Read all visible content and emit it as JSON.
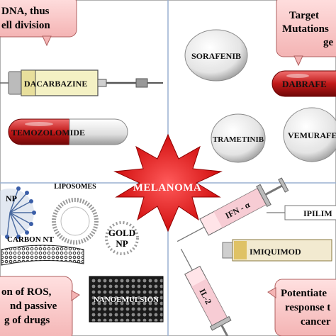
{
  "center": {
    "label": "MELANOMA"
  },
  "top_left": {
    "callout_lines": [
      "DNA, thus",
      "ell division"
    ],
    "drugs": [
      "DACARBAZINE",
      "TEMOZOLOMIDE"
    ]
  },
  "top_right": {
    "callout_lines": [
      "Target",
      "Mutations",
      "ge"
    ],
    "drugs": [
      "SORAFENIB",
      "DABRAFE",
      "TRAMETINIB",
      "VEMURAFE"
    ]
  },
  "bottom_left": {
    "carriers": [
      "NP",
      "LIPOSOMES",
      "CARBON NT",
      "GOLD",
      "NP",
      "NANOEMULSION"
    ],
    "callout_lines": [
      "on of ROS,",
      "nd passive",
      "g of drugs"
    ]
  },
  "bottom_right": {
    "drugs": [
      "IFN - α",
      "IPILIM",
      "IMIQUIMOD",
      "IL-2"
    ],
    "callout_lines": [
      "Potentiate",
      "response t",
      "cancer"
    ]
  }
}
